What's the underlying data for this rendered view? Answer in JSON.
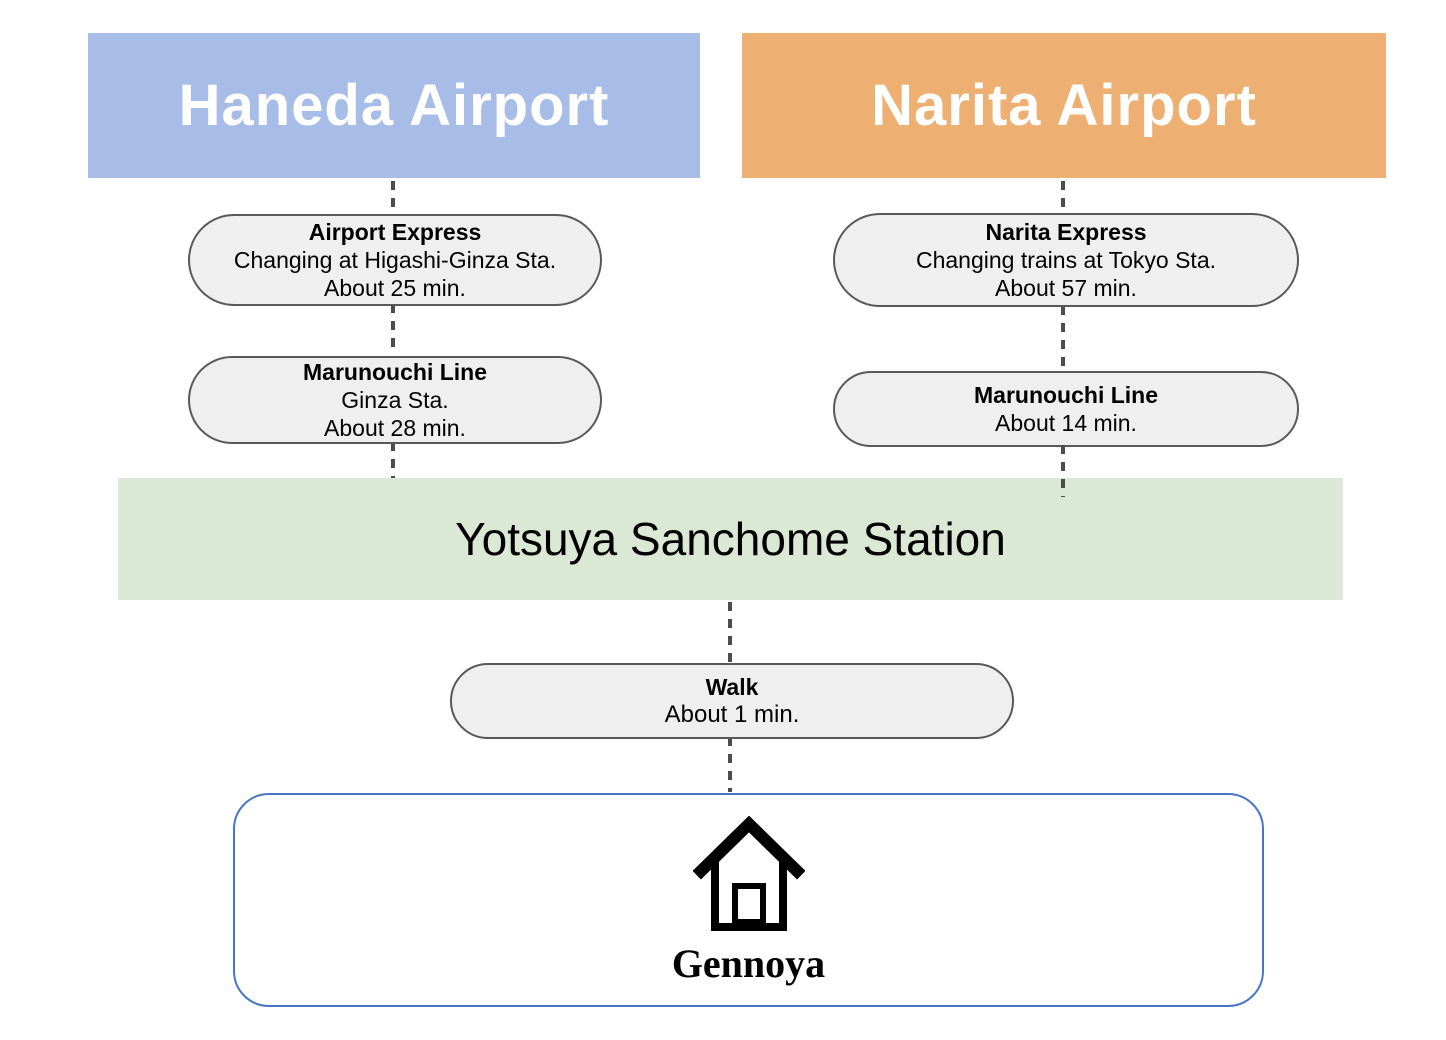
{
  "diagram": {
    "origins": {
      "haneda": {
        "label": "Haneda Airport",
        "color": "#a7bde8"
      },
      "narita": {
        "label": "Narita Airport",
        "color": "#edb072"
      }
    },
    "haneda_route": [
      {
        "title": "Airport Express",
        "detail": "Changing at Higashi-Ginza Sta.",
        "duration": "About 25 min."
      },
      {
        "title": "Marunouchi Line",
        "detail": "Ginza Sta.",
        "duration": "About 28 min."
      }
    ],
    "narita_route": [
      {
        "title": "Narita Express",
        "detail": "Changing trains at Tokyo Sta.",
        "duration": "About 57 min."
      },
      {
        "title": "Marunouchi Line",
        "duration": "About 14 min."
      }
    ],
    "station": {
      "label": "Yotsuya Sanchome Station",
      "color": "#dbe8d5"
    },
    "walk": {
      "title": "Walk",
      "duration": "About 1 min."
    },
    "destination": {
      "label": "Gennoya",
      "border_color": "#4876c6",
      "icon": "house-icon"
    }
  }
}
